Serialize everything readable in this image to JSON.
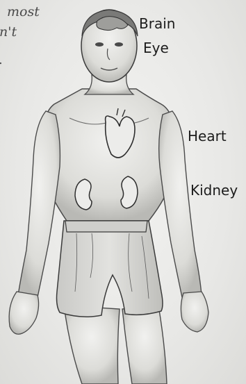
{
  "text_fragments": {
    "line1": "most",
    "line2": "n't",
    "line3": "."
  },
  "labels": {
    "brain": "Brain",
    "eye": "Eye",
    "heart": "Heart",
    "kidney": "Kidney"
  },
  "colors": {
    "ink": "#3a3a3a",
    "skin_shade": "#bdbdb9",
    "shorts": "#d4d4d1",
    "background": "#e9e9e7"
  }
}
